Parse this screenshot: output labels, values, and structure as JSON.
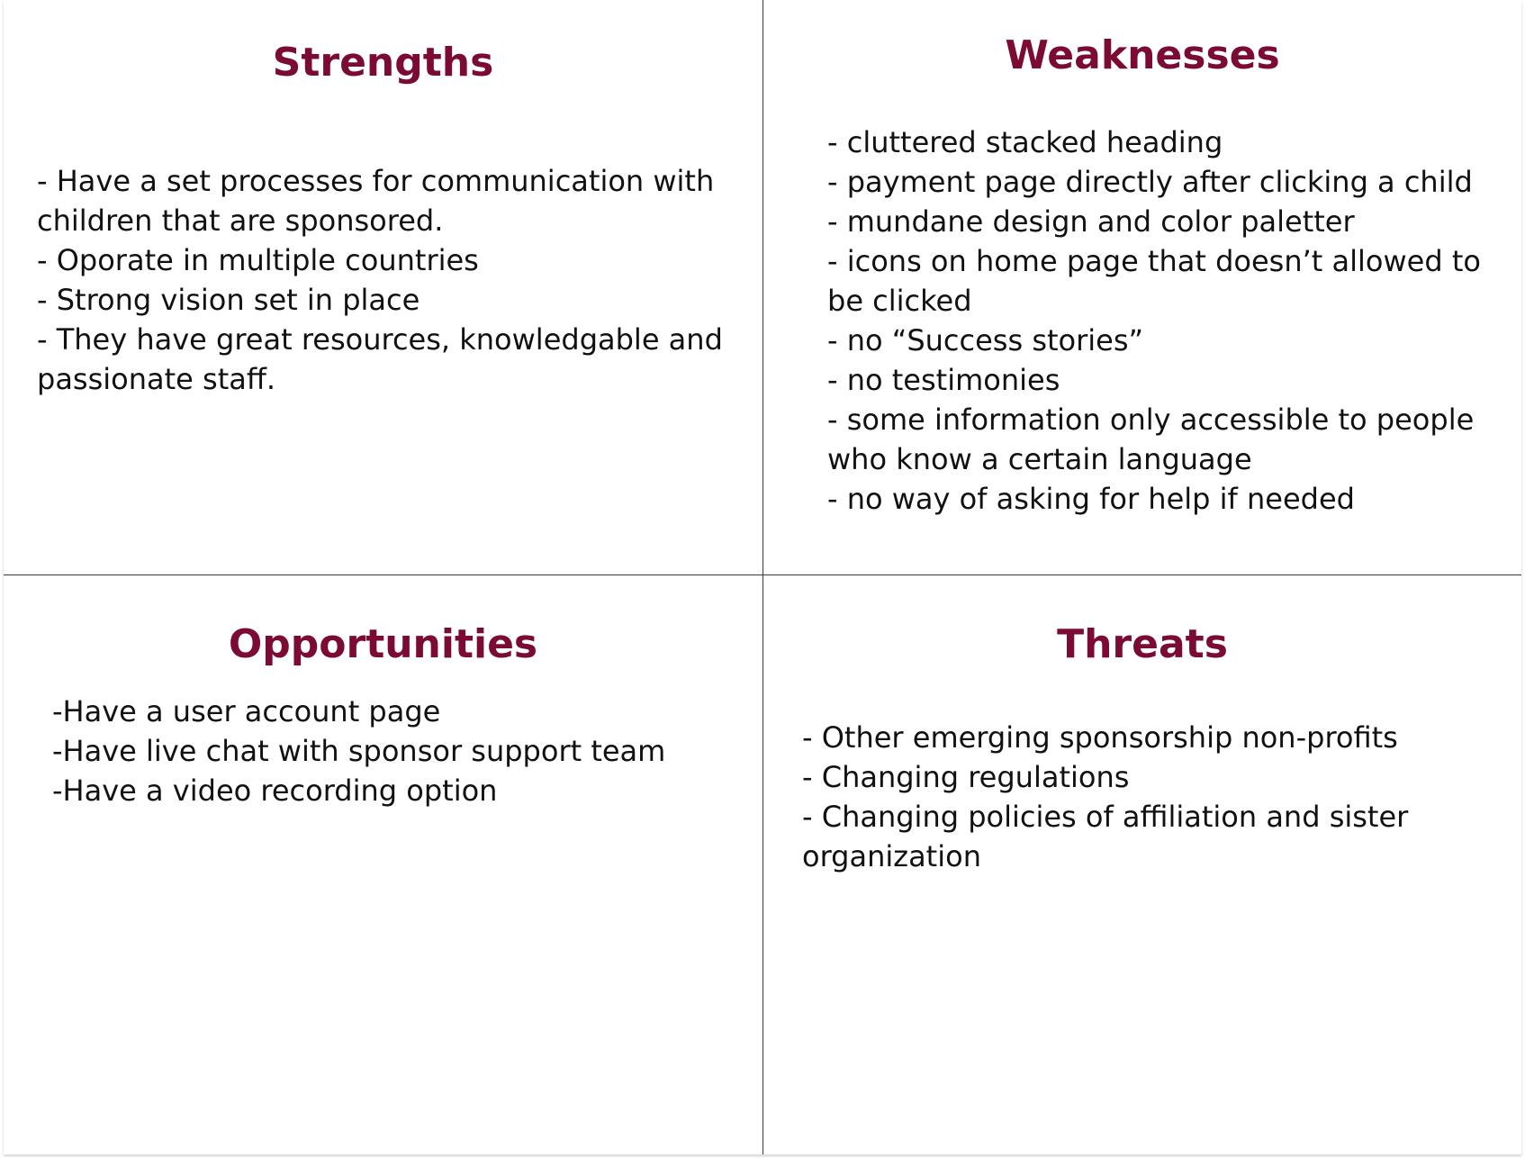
{
  "colors": {
    "heading": "#7b0a35",
    "text": "#111111",
    "divider": "#3a3a3a",
    "background": "#ffffff"
  },
  "quadrants": {
    "strengths": {
      "title": "Strengths",
      "items": [
        "- Have a set processes for communication with children that are sponsored.",
        "- Oporate in multiple  countries",
        "- Strong vision set in place",
        "- They have great resources, knowledgable and passionate  staff."
      ]
    },
    "weaknesses": {
      "title": "Weaknesses",
      "items": [
        "- cluttered stacked heading",
        "- payment page directly after clicking a child",
        "- mundane design and color paletter",
        "- icons on home page that doesn’t allowed to be clicked",
        "- no “Success stories”",
        "- no testimonies",
        "- some information only accessible to people who know a certain language",
        "- no way of asking for help if needed"
      ]
    },
    "opportunities": {
      "title": "Opportunities",
      "items": [
        "-Have a user account page",
        "-Have live chat with sponsor support team",
        "-Have a video recording option"
      ]
    },
    "threats": {
      "title": "Threats",
      "items": [
        "- Other emerging sponsorship non-profits",
        "- Changing regulations",
        "- Changing policies of affiliation and sister organization"
      ]
    }
  }
}
